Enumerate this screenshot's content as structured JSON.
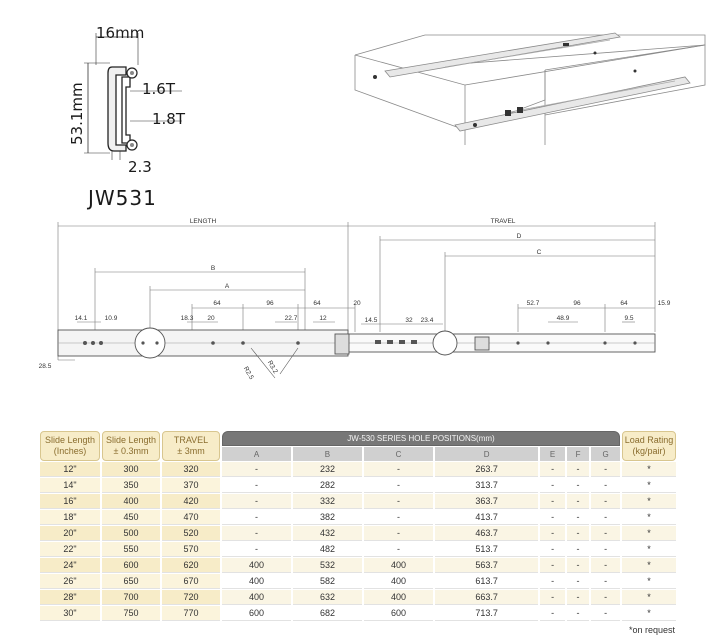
{
  "profile": {
    "width_label": "16mm",
    "height_label": "53.1mm",
    "thick1_label": "1.6T",
    "thick2_label": "1.8T",
    "gap_label": "2.3",
    "model": "JW531"
  },
  "drawing": {
    "length": "LENGTH",
    "travel": "TRAVEL",
    "b": "B",
    "a": "A",
    "d": "D",
    "c": "C",
    "dims": {
      "d64a": "64",
      "d96a": "96",
      "d64b": "64",
      "d20a": "20",
      "d14_1": "14.1",
      "d10_9": "10.9",
      "d18_3": "18.3",
      "d20b": "20",
      "d22_7": "22.7",
      "d12": "12",
      "d14_5": "14.5",
      "d32": "32",
      "d23_4": "23.4",
      "d52_7": "52.7",
      "d96b": "96",
      "d64c": "64",
      "d15_9": "15.9",
      "d48_9": "48.9",
      "d9_5": "9.5",
      "d28_5": "28.5",
      "r2_5": "R2.5",
      "r3_2": "R3.2"
    }
  },
  "table": {
    "headers": {
      "slide_inch": [
        "Slide Length",
        "(Inches)"
      ],
      "slide_mm": [
        "Slide Length",
        "± 0.3mm"
      ],
      "travel": [
        "TRAVEL",
        "± 3mm"
      ],
      "group": "JW-530 SERIES HOLE POSITIONS(mm)",
      "load": [
        "Load Rating",
        "(kg/pair)"
      ]
    },
    "sub_headers": [
      "A",
      "B",
      "C",
      "D",
      "E",
      "F",
      "G"
    ],
    "rows": [
      [
        "12\"",
        "300",
        "320",
        "-",
        "232",
        "-",
        "263.7",
        "-",
        "-",
        "-",
        "*"
      ],
      [
        "14\"",
        "350",
        "370",
        "-",
        "282",
        "-",
        "313.7",
        "-",
        "-",
        "-",
        "*"
      ],
      [
        "16\"",
        "400",
        "420",
        "-",
        "332",
        "-",
        "363.7",
        "-",
        "-",
        "-",
        "*"
      ],
      [
        "18\"",
        "450",
        "470",
        "-",
        "382",
        "-",
        "413.7",
        "-",
        "-",
        "-",
        "*"
      ],
      [
        "20\"",
        "500",
        "520",
        "-",
        "432",
        "-",
        "463.7",
        "-",
        "-",
        "-",
        "*"
      ],
      [
        "22\"",
        "550",
        "570",
        "-",
        "482",
        "-",
        "513.7",
        "-",
        "-",
        "-",
        "*"
      ],
      [
        "24\"",
        "600",
        "620",
        "400",
        "532",
        "400",
        "563.7",
        "-",
        "-",
        "-",
        "*"
      ],
      [
        "26\"",
        "650",
        "670",
        "400",
        "582",
        "400",
        "613.7",
        "-",
        "-",
        "-",
        "*"
      ],
      [
        "28\"",
        "700",
        "720",
        "400",
        "632",
        "400",
        "663.7",
        "-",
        "-",
        "-",
        "*"
      ],
      [
        "30\"",
        "750",
        "770",
        "600",
        "682",
        "600",
        "713.7",
        "-",
        "-",
        "-",
        "*"
      ]
    ],
    "note": "*on request"
  }
}
